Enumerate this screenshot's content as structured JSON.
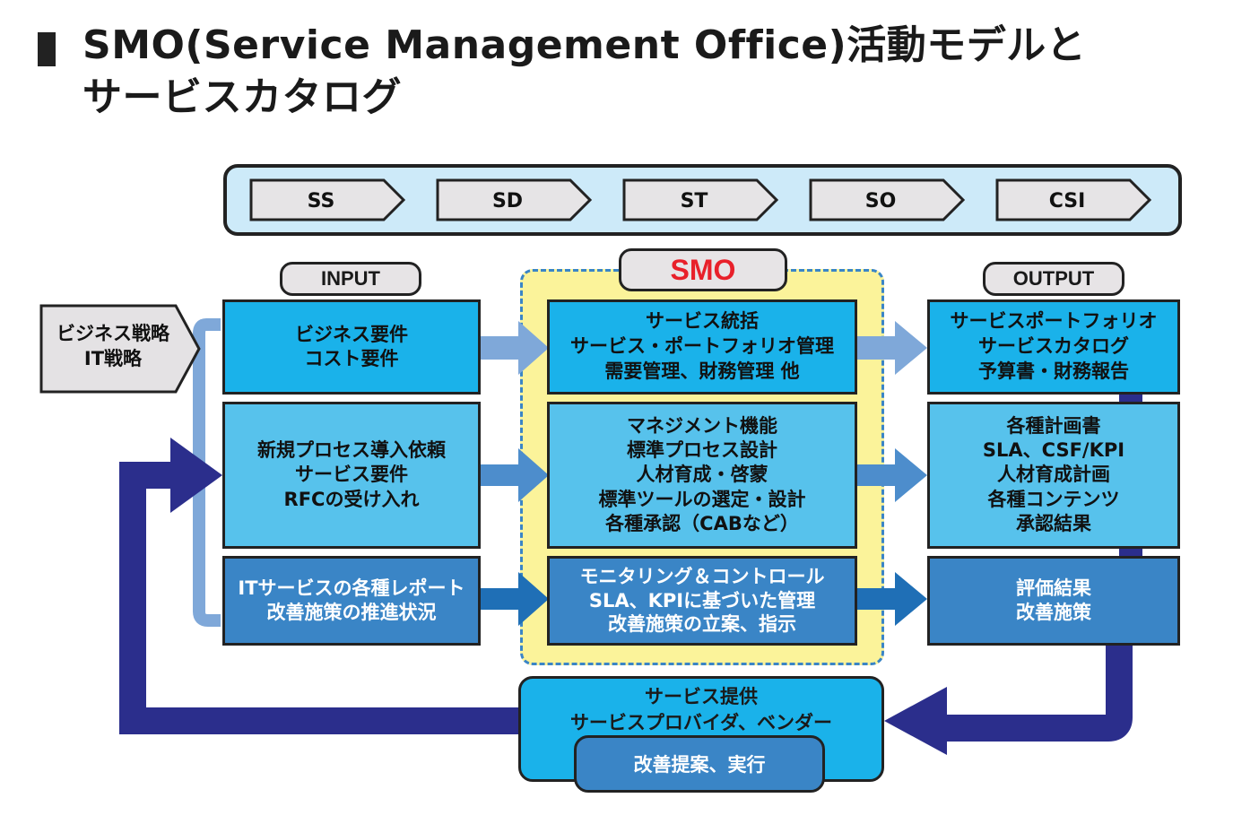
{
  "title": {
    "line1": "SMO(Service Management Office)活動モデルと",
    "line2": "サービスカタログ"
  },
  "phases": [
    "SS",
    "SD",
    "ST",
    "SO",
    "CSI"
  ],
  "labels": {
    "input": "INPUT",
    "smo": "SMO",
    "output": "OUTPUT"
  },
  "business_strategy": [
    "ビジネス戦略",
    "IT戦略"
  ],
  "input": [
    [
      "ビジネス要件",
      "コスト要件"
    ],
    [
      "新規プロセス導入依頼",
      "サービス要件",
      "RFCの受け入れ"
    ],
    [
      "ITサービスの各種レポート",
      "改善施策の推進状況"
    ]
  ],
  "smo": [
    [
      "サービス統括",
      "サービス・ポートフォリオ管理",
      "需要管理、財務管理 他"
    ],
    [
      "マネジメント機能",
      "標準プロセス設計",
      "人材育成・啓蒙",
      "標準ツールの選定・設計",
      "各種承認（CABなど）"
    ],
    [
      "モニタリング＆コントロール",
      "SLA、KPIに基づいた管理",
      "改善施策の立案、指示"
    ]
  ],
  "output": [
    [
      "サービスポートフォリオ",
      "サービスカタログ",
      "予算書・財務報告"
    ],
    [
      "各種計画書",
      "SLA、CSF/KPI",
      "人材育成計画",
      "各種コンテンツ",
      "承認結果"
    ],
    [
      "評価結果",
      "改善施策"
    ]
  ],
  "provider": {
    "lines": [
      "サービス提供",
      "サービスプロバイダ、ベンダー"
    ],
    "action": "改善提案、実行"
  },
  "colors": {
    "row1": "#1ab2ea",
    "row2": "#57c2ec",
    "row3": "#3a85c6",
    "smo_zone": "#fbf39a",
    "smo_text": "#e8202a",
    "feedback_arrow": "#2b2e8c",
    "connector": "#7fa8d9",
    "phase_band": "#cdeaf9"
  }
}
